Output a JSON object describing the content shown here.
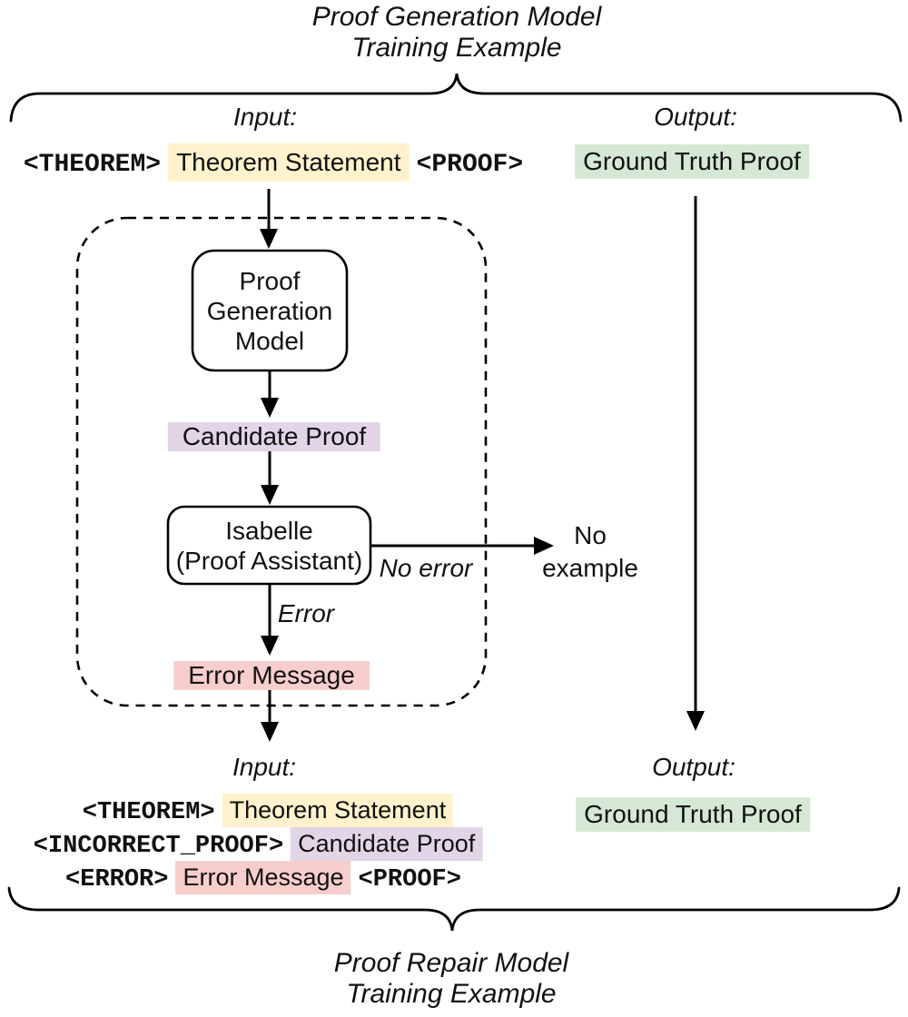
{
  "colors": {
    "yellow": "#FFF2CC",
    "purple": "#E1D5E7",
    "red": "#F8CECC",
    "green": "#D5E8D4",
    "stroke": "#000000"
  },
  "generation_example": {
    "title_line1": "Proof Generation Model",
    "title_line2": "Training Example",
    "input_label": "Input:",
    "output_label": "Output:",
    "input_line": {
      "tag_open": "<THEOREM>",
      "highlight": "Theorem Statement",
      "tag_close": "<PROOF>"
    },
    "output_value": "Ground Truth Proof"
  },
  "pipeline": {
    "proof_generation_model": {
      "line1": "Proof",
      "line2": "Generation",
      "line3": "Model"
    },
    "candidate_proof": "Candidate Proof",
    "isabelle": {
      "line1": "Isabelle",
      "line2": "(Proof Assistant)"
    },
    "no_error_label": "No error",
    "no_example": {
      "line1": "No",
      "line2": "example"
    },
    "error_label": "Error",
    "error_message": "Error Message"
  },
  "repair_example": {
    "title_line1": "Proof Repair Model",
    "title_line2": "Training Example",
    "input_label": "Input:",
    "output_label": "Output:",
    "line1": {
      "tag_open": "<THEOREM>",
      "highlight": "Theorem Statement"
    },
    "line2": {
      "tag_open": "<INCORRECT_PROOF>",
      "highlight": "Candidate Proof"
    },
    "line3": {
      "tag_open": "<ERROR>",
      "highlight": "Error Message",
      "tag_close": "<PROOF>"
    },
    "output_value": "Ground Truth Proof"
  }
}
